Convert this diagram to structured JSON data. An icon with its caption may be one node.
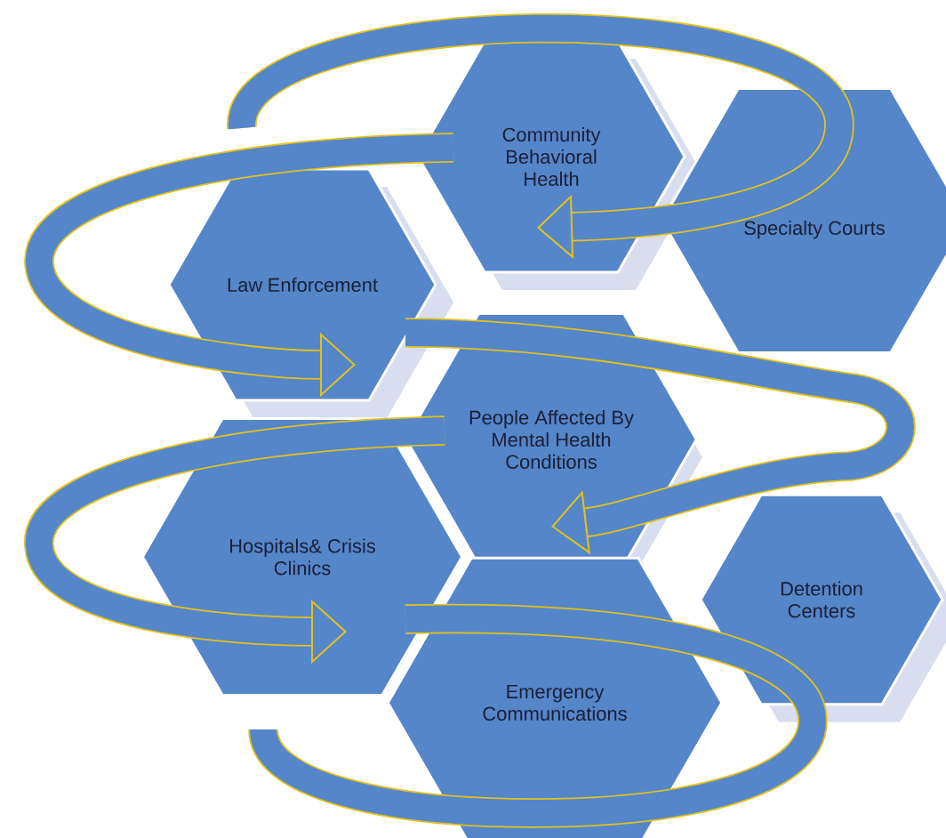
{
  "diagram": {
    "nodes": [
      {
        "text": [
          "Community Behavioral Health"
        ]
      },
      {
        "text": [
          "Law Enforcement"
        ]
      },
      {
        "text": [
          "Specialty Courts"
        ]
      },
      {
        "text": [
          "People Affected By Mental Health Conditions"
        ]
      },
      {
        "text": [
          "Hospitals& Crisis Clinics"
        ]
      },
      {
        "text": [
          "Detention Centers"
        ]
      },
      {
        "text": [
          "Emergency Communications"
        ]
      }
    ],
    "edges": [
      {
        "from": null,
        "to": 0,
        "arrow": "to"
      },
      {
        "from": 0,
        "to": 1,
        "arrow": "to"
      },
      {
        "from": 1,
        "to": 3,
        "arrow": "to"
      },
      {
        "from": 3,
        "to": 4,
        "arrow": "to"
      },
      {
        "from": 4,
        "to": null,
        "arrow": "none"
      }
    ]
  }
}
